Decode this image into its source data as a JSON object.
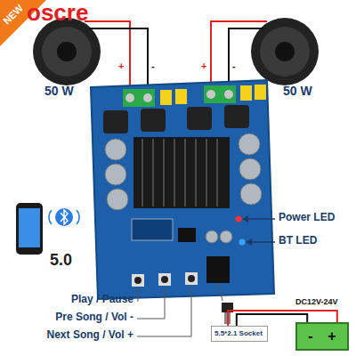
{
  "diagram": {
    "nodes": [
      {
        "text": [
          "5.5*2.1 Socket"
        ]
      },
      {
        "text": [
          "-",
          "+"
        ]
      }
    ],
    "edges": [
      {
        "from": 0,
        "to": 1,
        "arrow": "none"
      },
      {
        "from": 0,
        "to": 1,
        "arrow": "none"
      }
    ],
    "labels": [
      "NEW",
      "oscre",
      "50 W",
      "50 W",
      "+",
      "-",
      "+",
      "-",
      "5.0",
      "Power LED",
      "BT LED",
      "Play / Pause",
      "Pre Song / Vol -",
      "Next Song / Vol +",
      "DC12V-24V"
    ]
  }
}
